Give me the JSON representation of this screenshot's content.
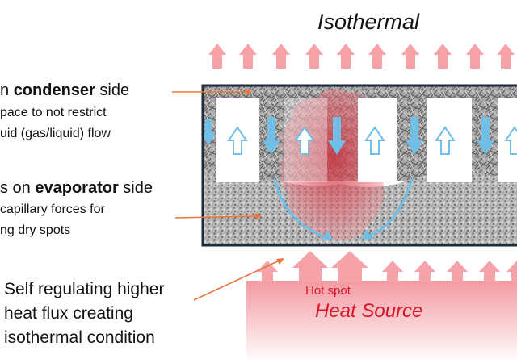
{
  "title": "Isothermal",
  "condenser_label": {
    "prefix": "n ",
    "bold": "condenser",
    "suffix": " side",
    "line2": "pace to not restrict",
    "line3": "uid (gas/liquid) flow"
  },
  "evaporator_label": {
    "prefix": "s on ",
    "bold": "evaporator",
    "suffix": " side",
    "line2": "capillary forces for",
    "line3": "ng dry spots"
  },
  "self_regulating": {
    "line1": "Self regulating higher",
    "line2": "heat flux creating",
    "line3": "isothermal condition"
  },
  "hot_spot": "Hot spot",
  "heat_source": "Heat Source",
  "colors": {
    "heat_arrow": "#f5a3a8",
    "heat_source_fill": "#f7a5ab",
    "heat_source_text": "#d8172a",
    "liquid_arrow": "#6fbfe6",
    "vapor_arrow_outline": "#6fbfe6",
    "hot_plume": "#f08a93",
    "pointer_line": "#e8763e",
    "chamber_border": "#1e2b38"
  }
}
